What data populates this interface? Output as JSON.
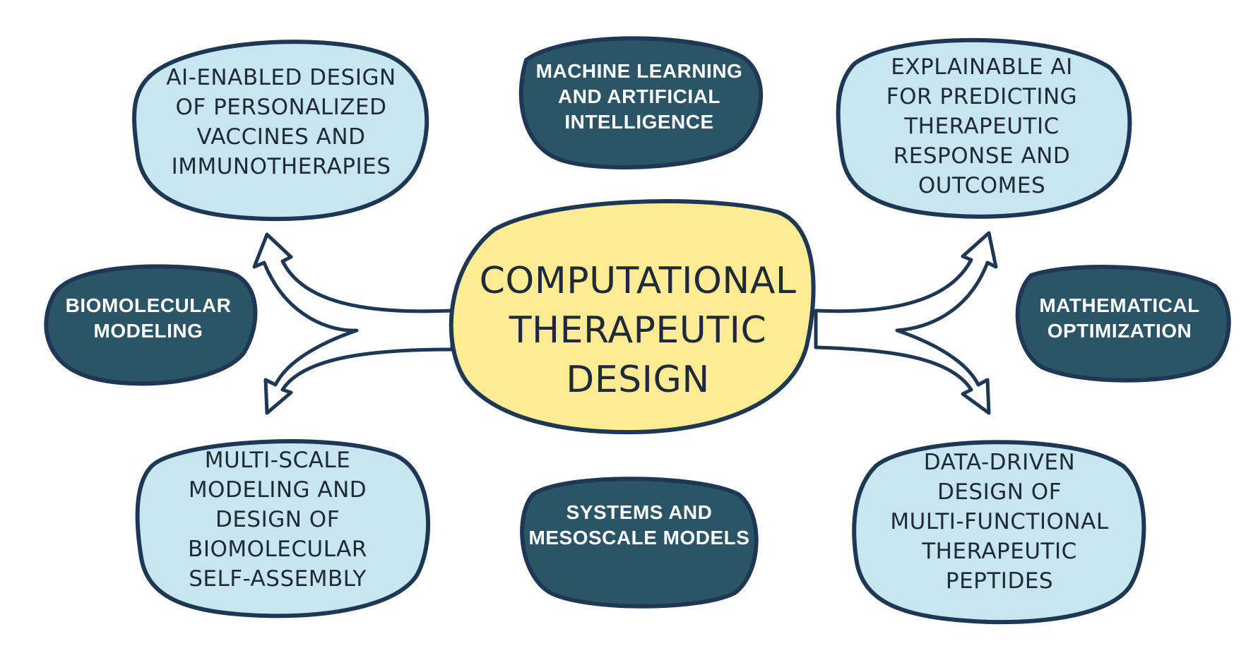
{
  "center": {
    "lines": [
      "COMPUTATIONAL",
      "THERAPEUTIC",
      "DESIGN"
    ]
  },
  "topics": {
    "top_left": {
      "lines": [
        "AI-ENABLED DESIGN",
        "OF PERSONALIZED",
        "VACCINES AND",
        "IMMUNOTHERAPIES"
      ]
    },
    "top_center": {
      "lines": [
        "MACHINE LEARNING",
        "AND ARTIFICIAL",
        "INTELLIGENCE"
      ]
    },
    "top_right": {
      "lines": [
        "EXPLAINABLE AI",
        "FOR PREDICTING",
        "THERAPEUTIC",
        "RESPONSE AND",
        "OUTCOMES"
      ]
    },
    "middle_left": {
      "lines": [
        "BIOMOLECULAR",
        "MODELING"
      ]
    },
    "middle_right": {
      "lines": [
        "MATHEMATICAL",
        "OPTIMIZATION"
      ]
    },
    "bottom_left": {
      "lines": [
        "MULTI-SCALE",
        "MODELING AND",
        "DESIGN OF",
        "BIOMOLECULAR",
        "SELF-ASSEMBLY"
      ]
    },
    "bottom_center": {
      "lines": [
        "SYSTEMS AND",
        "MESOSCALE MODELS"
      ]
    },
    "bottom_right": {
      "lines": [
        "DATA-DRIVEN",
        "DESIGN OF",
        "MULTI-FUNCTIONAL",
        "THERAPEUTIC",
        "PEPTIDES"
      ]
    }
  },
  "colors": {
    "center_fill": "#fdec93",
    "light_fill": "#c7e6f0",
    "dark_fill": "#2b5567",
    "outline": "#1d3755"
  }
}
